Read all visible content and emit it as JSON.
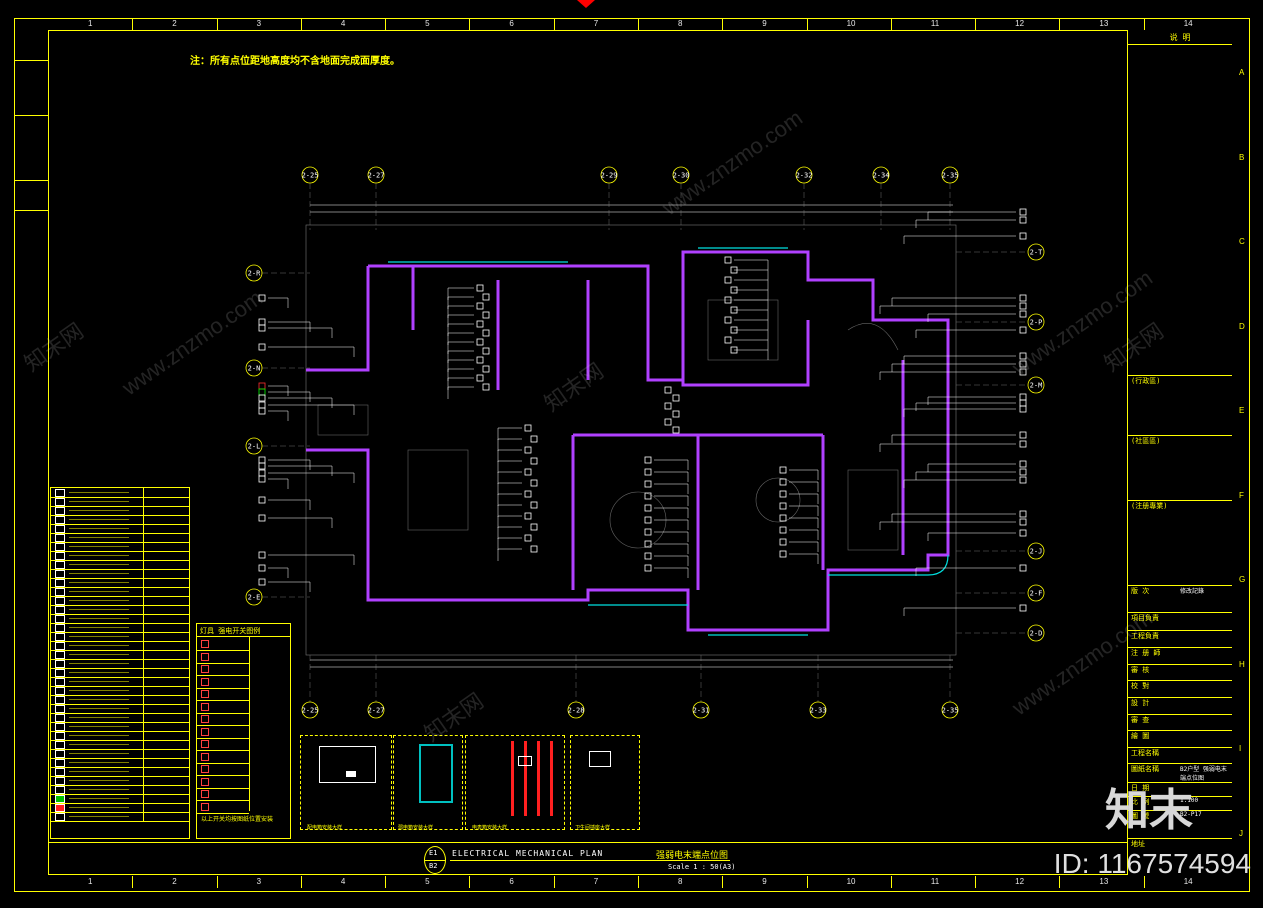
{
  "drawing": {
    "note_top": "注：所有点位距地高度均不含地面完成面厚度。",
    "title_en": "ELECTRICAL MECHANICAL PLAN",
    "title_cn": "强弱电末端点位图",
    "scale_label": "Scale 1 : 50(A3)",
    "sheet_code_top": "E1",
    "sheet_code_bottom": "B2",
    "top_arrow_color": "#ff0000"
  },
  "ruler": {
    "columns": [
      "1",
      "2",
      "3",
      "4",
      "5",
      "6",
      "7",
      "8",
      "9",
      "10",
      "11",
      "12",
      "13",
      "14"
    ],
    "rows": [
      "A",
      "B",
      "C",
      "D",
      "E",
      "F",
      "G",
      "H",
      "I",
      "J"
    ]
  },
  "title_block": {
    "header": "说 明",
    "rows": [
      {
        "label": "(行政區)"
      },
      {
        "label": "(社區區)"
      },
      {
        "label": "(注册專業)"
      },
      {
        "label": "版 次",
        "value": "修改記錄"
      },
      {
        "label": "項目負責"
      },
      {
        "label": "工程負責"
      },
      {
        "label": "注 册 師"
      },
      {
        "label": "審 核"
      },
      {
        "label": "校 對"
      },
      {
        "label": "設 計"
      },
      {
        "label": "審 查"
      },
      {
        "label": "繪 圖"
      },
      {
        "label": "工程名稱"
      },
      {
        "label": "圖紙名稱",
        "value": "B2户型 强弱电末端点位图"
      },
      {
        "label": "日 期"
      },
      {
        "label": "比 例",
        "value": "1:100"
      },
      {
        "label": "圖 號",
        "value": "B2-P17"
      },
      {
        "label": "地址"
      }
    ]
  },
  "axes_top": [
    "2-25",
    "2-27",
    "2-29",
    "2-30",
    "2-32",
    "2-34",
    "2-35"
  ],
  "axes_bottom": [
    "2-25",
    "2-27",
    "2-28",
    "2-31",
    "2-33",
    "2-35"
  ],
  "axes_left": [
    "2-R",
    "2-N",
    "2-L",
    "2-E"
  ],
  "axes_right": [
    "2-T",
    "2-P",
    "2-M",
    "2-J",
    "2-F",
    "2-D"
  ],
  "legend_small": {
    "title": "灯具  强电开关图例",
    "note": "以上开关均按图纸位置安装"
  },
  "details": [
    {
      "caption": "配电箱安装大样"
    },
    {
      "caption": "弱电箱安装大样"
    },
    {
      "caption": "电表箱安装大样"
    },
    {
      "caption": "卫生间插座大样"
    }
  ],
  "watermark": {
    "site": "www.znzmo.com",
    "brand": "知末网",
    "brand_large": "知末",
    "id": "ID: 1167574594"
  },
  "colors": {
    "frame": "#ffff00",
    "walls": "#b040ff",
    "glazing": "#00e0e0",
    "symbols": "#ffffff",
    "grid_dim": "#ffffff",
    "hidden": "#888888"
  }
}
